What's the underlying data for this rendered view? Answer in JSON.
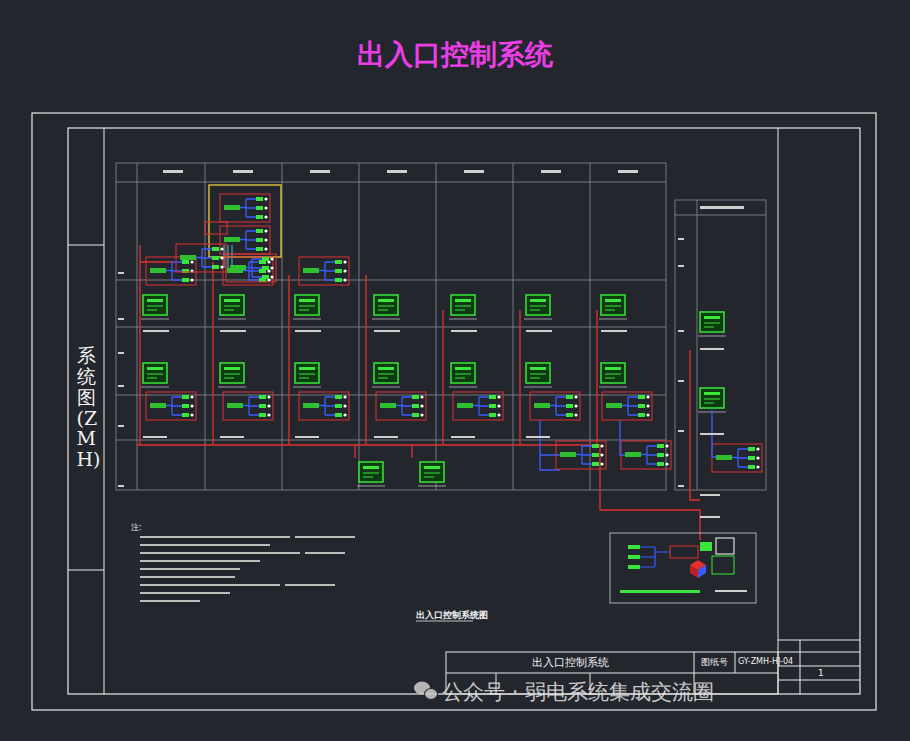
{
  "diagram": {
    "title": "出入口控制系统",
    "nodes": [
      {
        "text": [
          "系统图(ZMH)"
        ]
      },
      {
        "text": [
          "出入口控制系统"
        ]
      },
      {
        "text": [
          "图纸号"
        ]
      }
    ],
    "labels": [
      "出入口控制系统图",
      "注:",
      "GY-ZMH-HJ-04",
      "1",
      "公众号 · 弱电系统集成交流圈"
    ]
  }
}
